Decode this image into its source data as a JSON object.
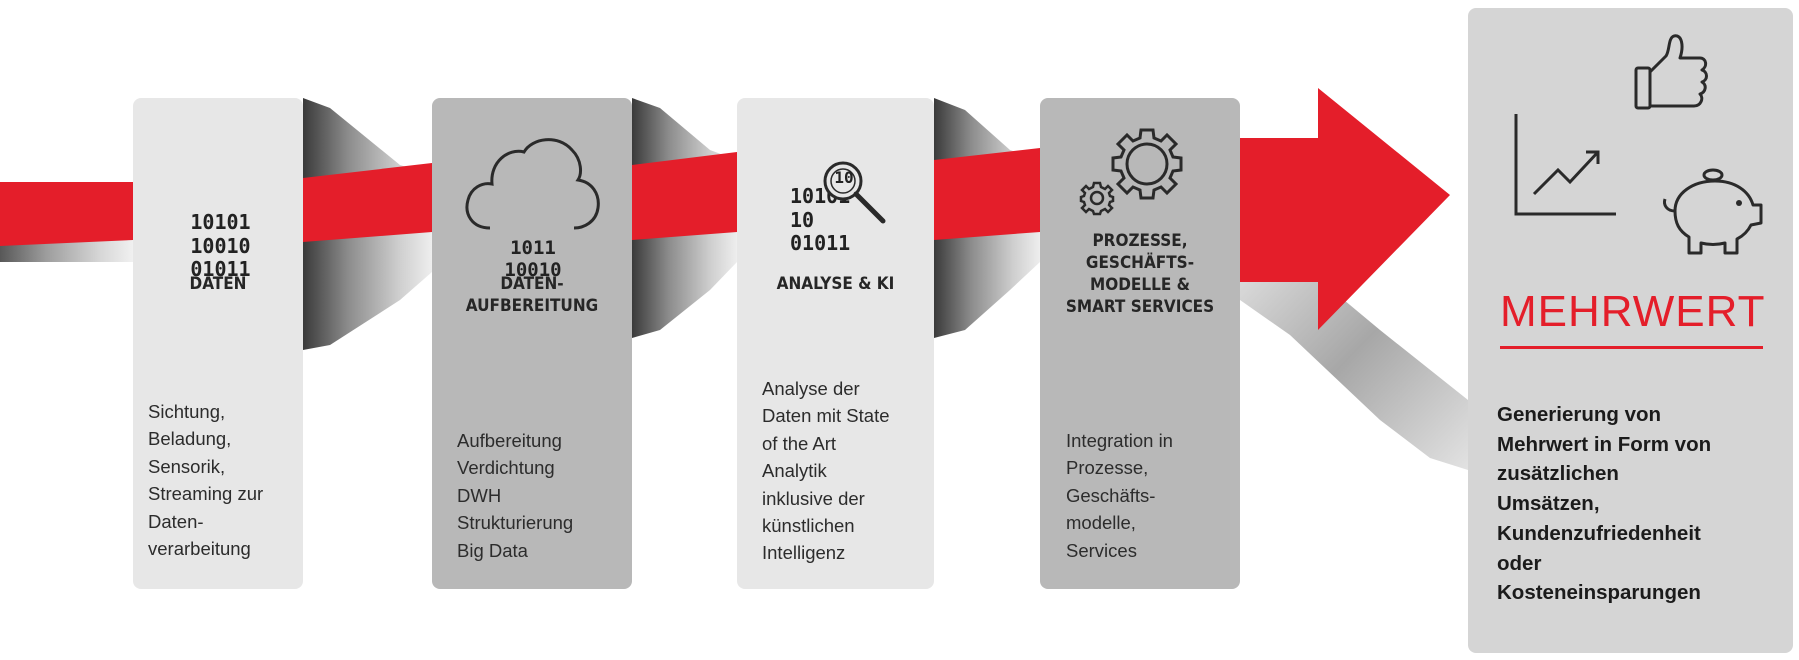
{
  "colors": {
    "accent_red": "#e41e2a",
    "panel_light": "#e7e7e7",
    "panel_dark": "#b8b8b8",
    "panel_result": "#d5d5d5"
  },
  "stages": [
    {
      "binary": [
        "10101",
        "10010",
        "01011"
      ],
      "title": [
        "DATEN"
      ],
      "description": [
        "Sichtung,",
        "Beladung,",
        "Sensorik,",
        "Streaming zur",
        "Daten-",
        "verarbeitung"
      ]
    },
    {
      "binary": [
        "1011",
        "10010"
      ],
      "icon": "cloud-icon",
      "title": [
        "DATEN-",
        "AUFBEREITUNG"
      ],
      "description": [
        "Aufbereitung",
        "Verdichtung",
        "DWH",
        "Strukturierung",
        "Big Data"
      ]
    },
    {
      "binary": [
        "10101",
        "10",
        "01011"
      ],
      "magnifier_text": "10",
      "icon": "magnifier-icon",
      "title": [
        "ANALYSE & KI"
      ],
      "description": [
        "Analyse der",
        "Daten mit State",
        "of the Art",
        "Analytik",
        "inklusive der",
        "künstlichen",
        "Intelligenz"
      ]
    },
    {
      "icon": "gears-icon",
      "title": [
        "PROZESSE,",
        "GESCHÄFTS-",
        "MODELLE &",
        "SMART SERVICES"
      ],
      "description": [
        "Integration in",
        "Prozesse,",
        "Geschäfts-",
        "modelle,",
        "Services"
      ]
    }
  ],
  "result": {
    "icons": [
      "growth-chart-icon",
      "thumbs-up-icon",
      "piggy-bank-icon"
    ],
    "title": "MEHRWERT",
    "description": [
      "Generierung von",
      "Mehrwert in Form von",
      "zusätzlichen",
      "Umsätzen,",
      "Kundenzufriedenheit",
      "oder",
      "Kosteneinsparungen"
    ]
  }
}
